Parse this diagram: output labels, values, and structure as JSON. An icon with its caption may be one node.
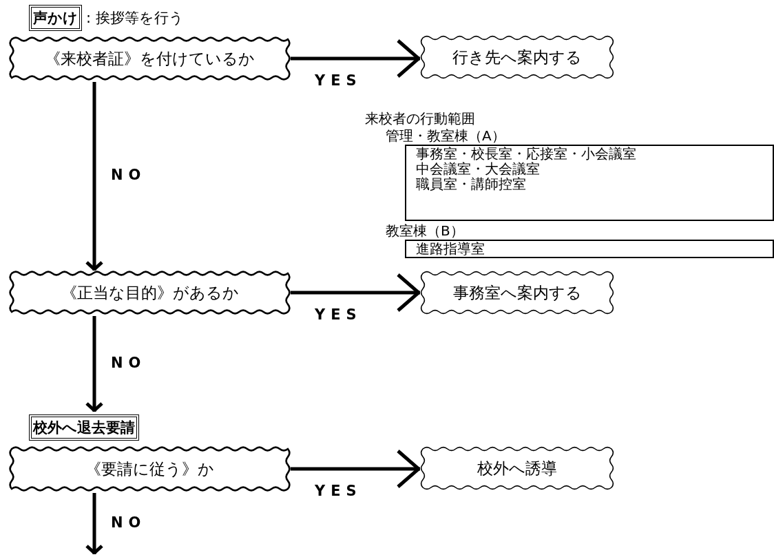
{
  "diagram": {
    "nodes": [
      {
        "text": [
          "声かけ",
          ": 挨拶等を行う",
          "《来校者証》を付けているか"
        ]
      },
      {
        "text": [
          "行き先へ案内する"
        ]
      },
      {
        "text": [
          "管理・教室棟（A）",
          "事務室・校長室・応接室・小会議室",
          "中会議室・大会議室",
          "職員室・講師控室"
        ]
      },
      {
        "text": [
          "教室棟（B）",
          "進路指導室"
        ]
      },
      {
        "text": [
          "《正当な目的》があるか"
        ]
      },
      {
        "text": [
          "事務室へ案内する"
        ]
      },
      {
        "text": [
          "校外へ退去要請",
          "《要請に従う》か"
        ]
      },
      {
        "text": [
          "校外へ誘導"
        ]
      }
    ],
    "edges": [
      {
        "from": 0,
        "to": 1,
        "arrow": "to",
        "label": "YES"
      },
      {
        "from": 0,
        "to": 4,
        "arrow": "to",
        "label": "NO"
      },
      {
        "from": 4,
        "to": 5,
        "arrow": "to",
        "label": "YES"
      },
      {
        "from": 4,
        "to": 6,
        "arrow": "to",
        "label": "NO"
      },
      {
        "from": 6,
        "to": 7,
        "arrow": "to",
        "label": "YES"
      },
      {
        "from": 6,
        "to": null,
        "arrow": "to",
        "label": "NO"
      }
    ],
    "labels": [
      "来校者の行動範囲"
    ]
  }
}
